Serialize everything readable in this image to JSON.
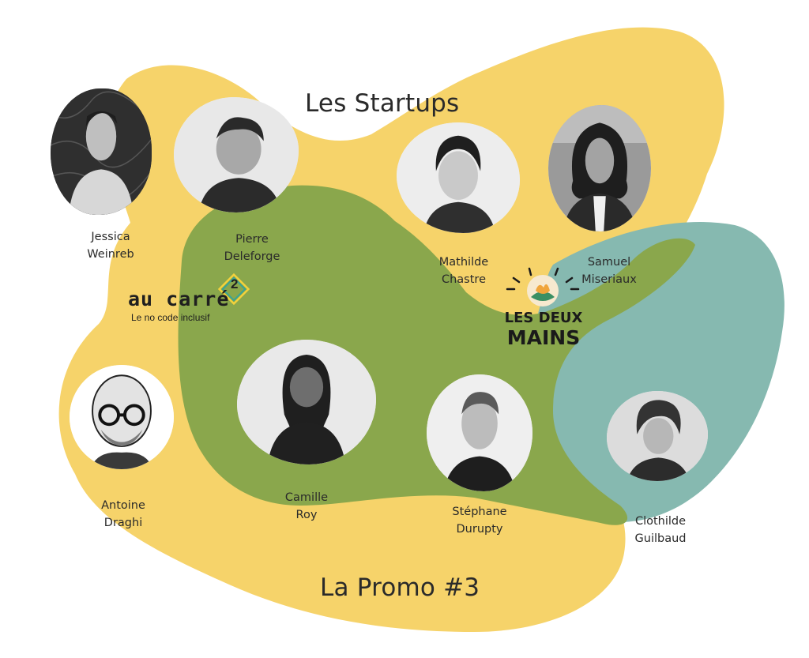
{
  "titles": {
    "startups": "Les Startups",
    "promo": "La Promo #3"
  },
  "colors": {
    "yellow_blob": "#f6d36a",
    "green_blob": "#8aa74c",
    "teal_blob": "#86b9b0"
  },
  "startups": [
    {
      "first": "Jessica",
      "last": "Weinreb"
    },
    {
      "first": "Pierre",
      "last": "Deleforge"
    },
    {
      "first": "Mathilde",
      "last": "Chastre"
    },
    {
      "first": "Samuel",
      "last": "Miseriaux"
    }
  ],
  "promo": [
    {
      "first": "Antoine",
      "last": "Draghi"
    },
    {
      "first": "Camille",
      "last": "Roy"
    },
    {
      "first": "Stéphane",
      "last": "Durupty"
    },
    {
      "first": "Clothilde",
      "last": "Guilbaud"
    }
  ],
  "logos": {
    "aucarre": {
      "word": "au carré",
      "exponent": "2",
      "tagline": "Le no code inclusif"
    },
    "lesdeuxmains": {
      "line1": "LES DEUX",
      "line2": "MAINS"
    }
  }
}
